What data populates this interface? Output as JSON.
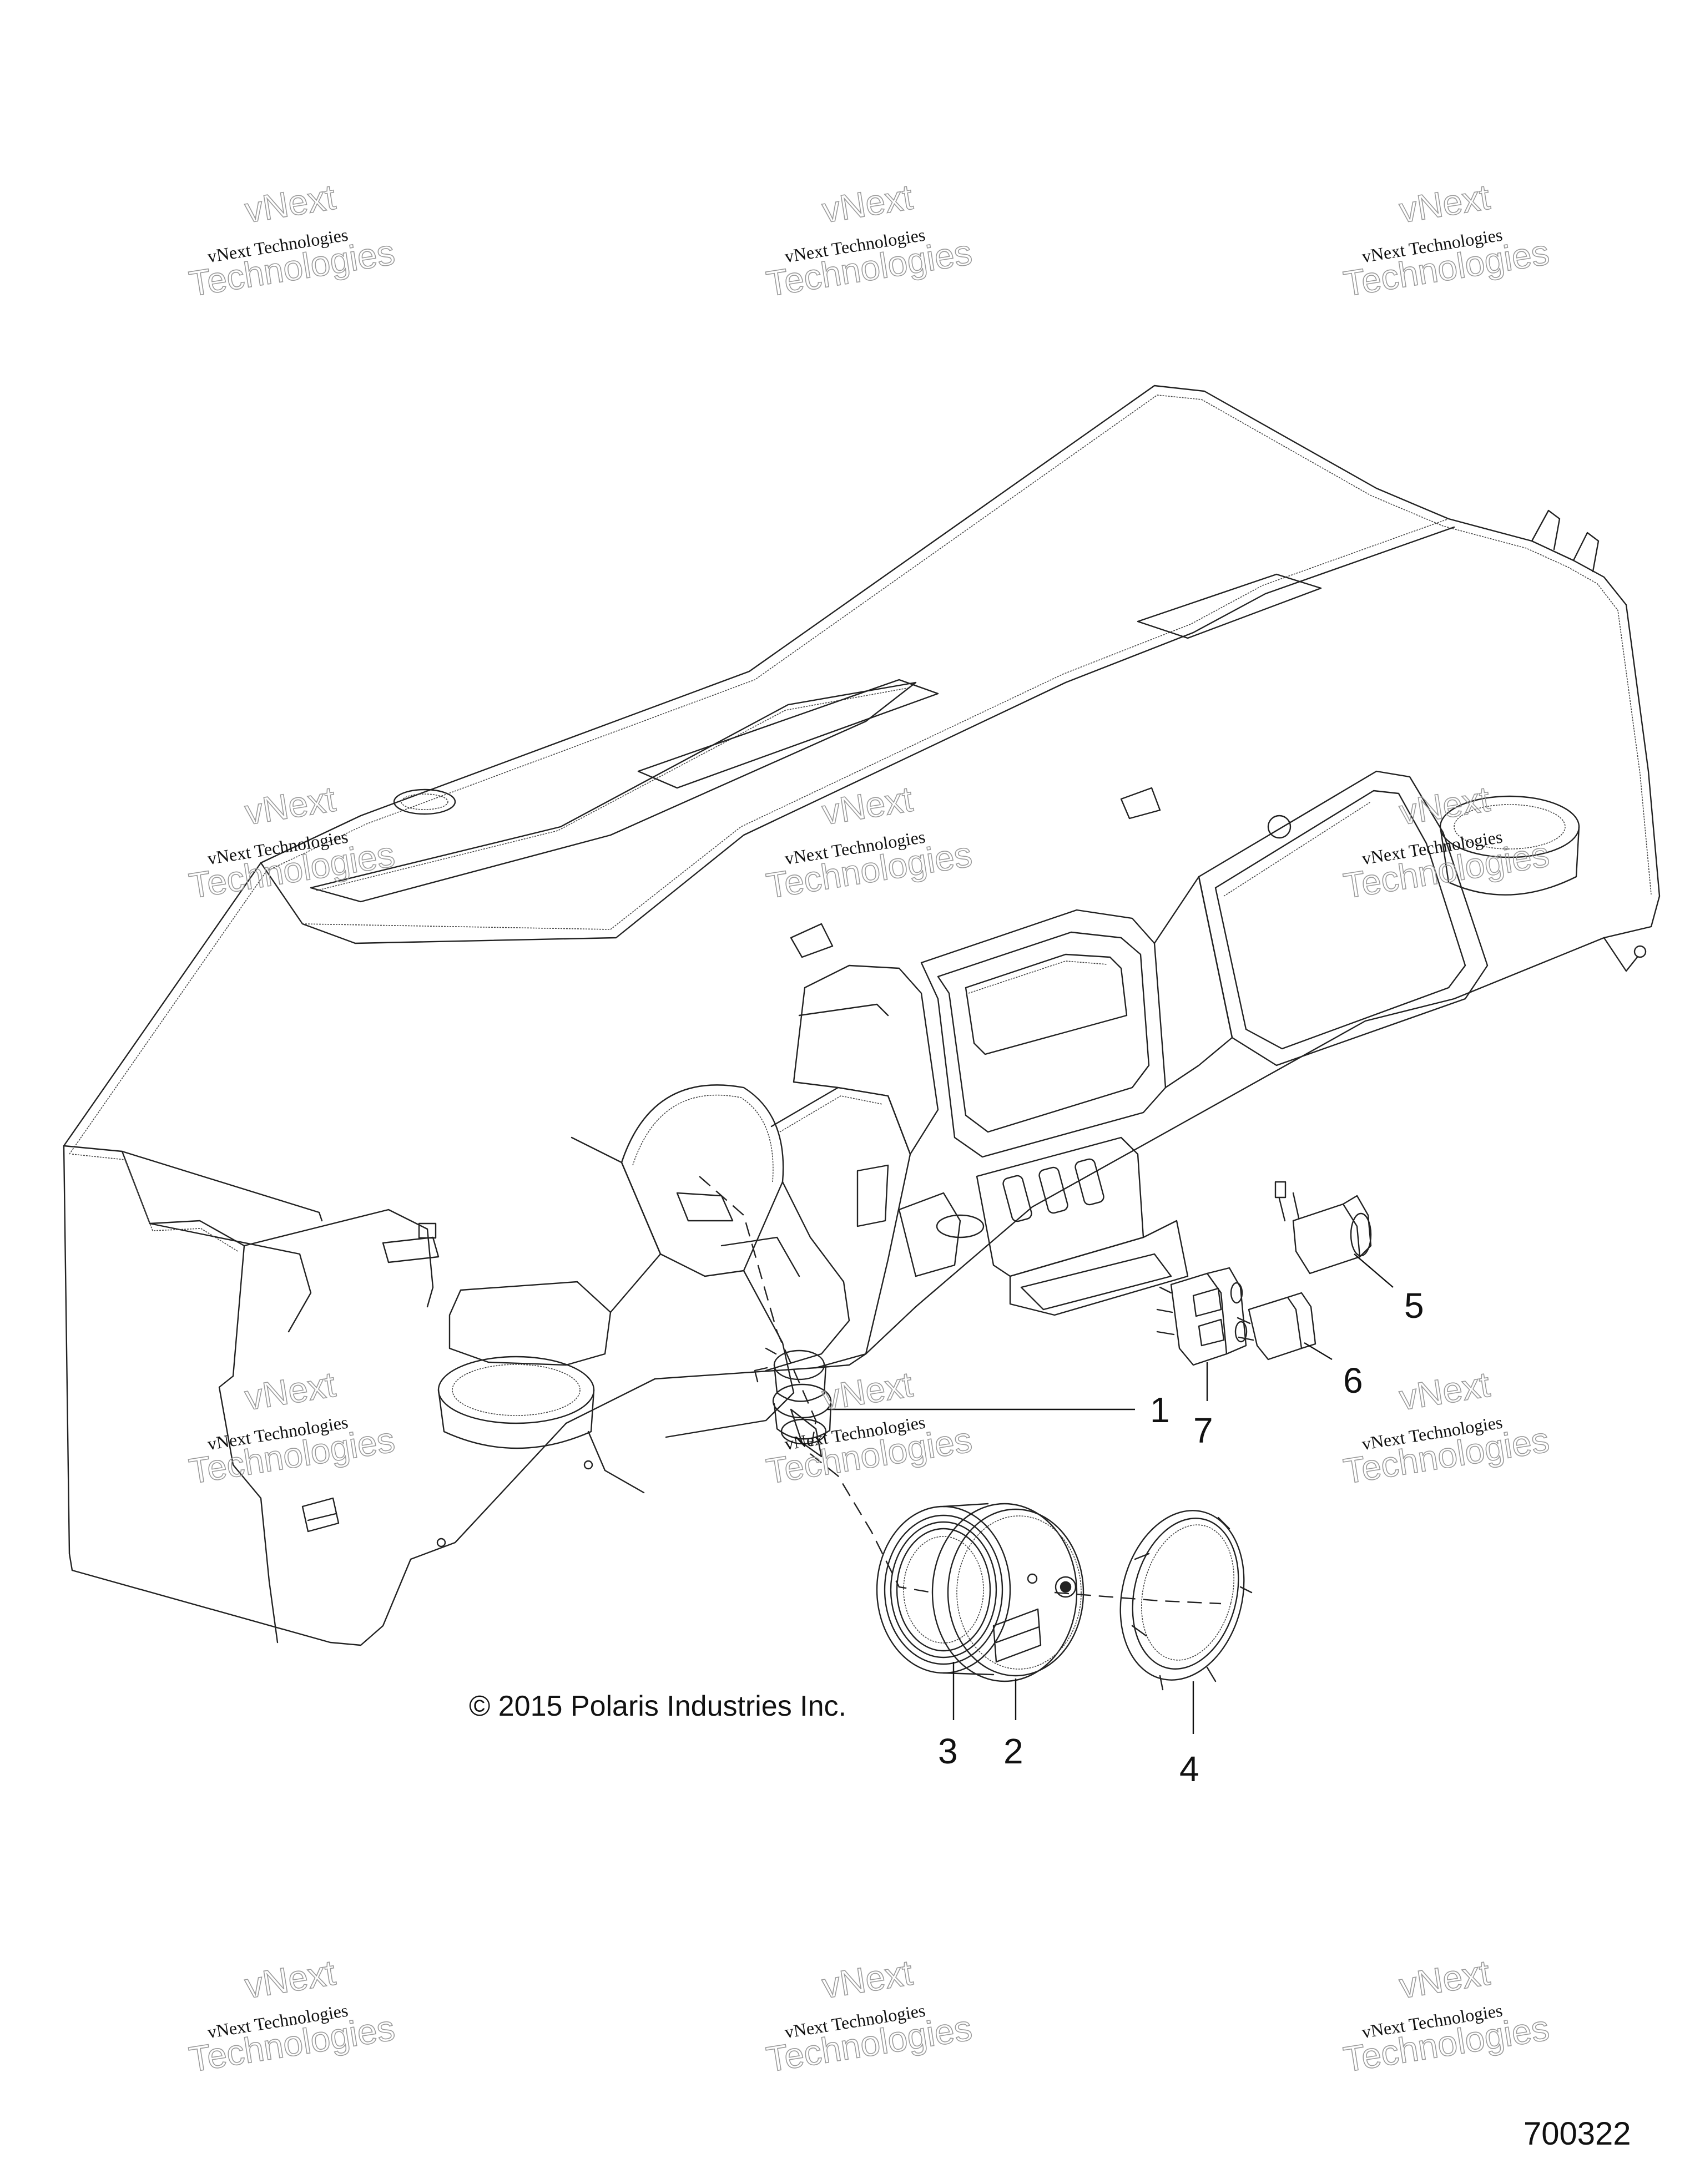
{
  "watermark": {
    "line1": "vNext Technologies",
    "line2": "vNext",
    "line3": "Technologies"
  },
  "copyright": "© 2015 Polaris Industries Inc.",
  "figure_number": "700322",
  "callouts": [
    "1",
    "2",
    "3",
    "4",
    "5",
    "6",
    "7"
  ]
}
